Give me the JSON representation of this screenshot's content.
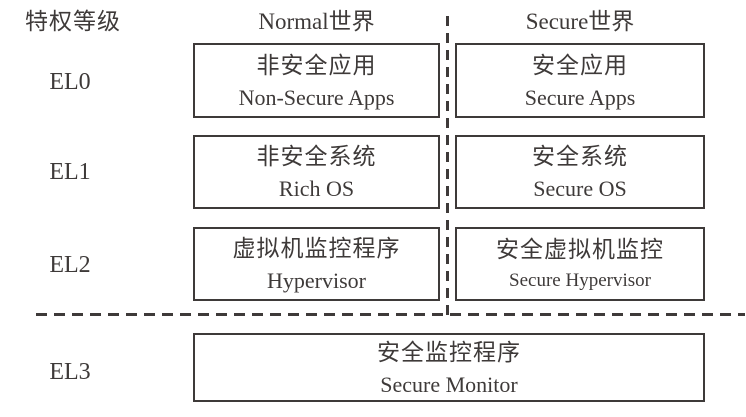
{
  "title_label": "特权等级",
  "columns": {
    "normal": "Normal世界",
    "secure": "Secure世界"
  },
  "levels": [
    {
      "label": "EL0",
      "normal": {
        "zh": "非安全应用",
        "en": "Non-Secure Apps"
      },
      "secure": {
        "zh": "安全应用",
        "en": "Secure Apps"
      }
    },
    {
      "label": "EL1",
      "normal": {
        "zh": "非安全系统",
        "en": "Rich OS"
      },
      "secure": {
        "zh": "安全系统",
        "en": "Secure OS"
      }
    },
    {
      "label": "EL2",
      "normal": {
        "zh": "虚拟机监控程序",
        "en": "Hypervisor"
      },
      "secure": {
        "zh": "安全虚拟机监控",
        "en": "Secure Hypervisor"
      }
    },
    {
      "label": "EL3",
      "monitor": {
        "zh": "安全监控程序",
        "en": "Secure Monitor"
      }
    }
  ],
  "colors": {
    "text": "#3e3a39",
    "border": "#3e3a39",
    "background": "#ffffff"
  }
}
